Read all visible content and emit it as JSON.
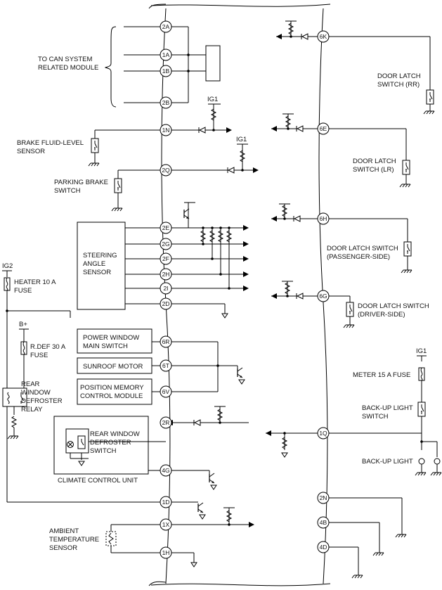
{
  "connector_pins": {
    "p2A": "2A",
    "p1A": "1A",
    "p1B": "1B",
    "p2B": "2B",
    "p1N": "1N",
    "p2Q": "2Q",
    "p2E": "2E",
    "p2G": "2G",
    "p2F": "2F",
    "p2H": "2H",
    "p2I": "2I",
    "p2D": "2D",
    "p6R": "6R",
    "p6T": "6T",
    "p6V": "6V",
    "p2R": "2R",
    "p4G": "4G",
    "p1D": "1D",
    "p1X": "1X",
    "p1H": "1H",
    "p6K": "6K",
    "p6E": "6E",
    "p6H": "6H",
    "p6G": "6G",
    "p1Q": "1Q",
    "p2N": "2N",
    "p4B": "4B",
    "p4D": "4D"
  },
  "left_labels": {
    "can_line1": "TO CAN SYSTEM",
    "can_line2": "RELATED MODULE",
    "brake_fluid_line1": "BRAKE FLUID-LEVEL",
    "brake_fluid_line2": "SENSOR",
    "parking_brake_line1": "PARKING BRAKE",
    "parking_brake_line2": "SWITCH",
    "steering_line1": "STEERING",
    "steering_line2": "ANGLE",
    "steering_line3": "SENSOR",
    "ig2": "IG2",
    "heater_fuse_line1": "HEATER 10 A",
    "heater_fuse_line2": "FUSE",
    "bplus": "B+",
    "rdef_fuse_line1": "R.DEF 30 A",
    "rdef_fuse_line2": "FUSE",
    "relay_line1": "REAR",
    "relay_line2": "WINDOW",
    "relay_line3": "DEFROSTER",
    "relay_line4": "RELAY",
    "pw_line1": "POWER WINDOW",
    "pw_line2": "MAIN SWITCH",
    "sunroof": "SUNROOF MOTOR",
    "pm_line1": "POSITION MEMORY",
    "pm_line2": "CONTROL MODULE",
    "rwd_line1": "REAR WINDOW",
    "rwd_line2": "DEFROSTER",
    "rwd_line3": "SWITCH",
    "climate": "CLIMATE CONTROL UNIT",
    "ambient_line1": "AMBIENT",
    "ambient_line2": "TEMPERATURE",
    "ambient_line3": "SENSOR",
    "ig1_a": "IG1",
    "ig1_b": "IG1"
  },
  "right_labels": {
    "rr_line1": "DOOR LATCH",
    "rr_line2": "SWITCH (RR)",
    "lr_line1": "DOOR LATCH",
    "lr_line2": "SWITCH (LR)",
    "pass_line1": "DOOR LATCH SWITCH",
    "pass_line2": "(PASSENGER-SIDE)",
    "drv_line1": "DOOR LATCH SWITCH",
    "drv_line2": "(DRIVER-SIDE)",
    "ig1": "IG1",
    "meter_fuse": "METER 15 A FUSE",
    "backup_sw_line1": "BACK-UP LIGHT",
    "backup_sw_line2": "SWITCH",
    "backup_light": "BACK-UP LIGHT"
  }
}
